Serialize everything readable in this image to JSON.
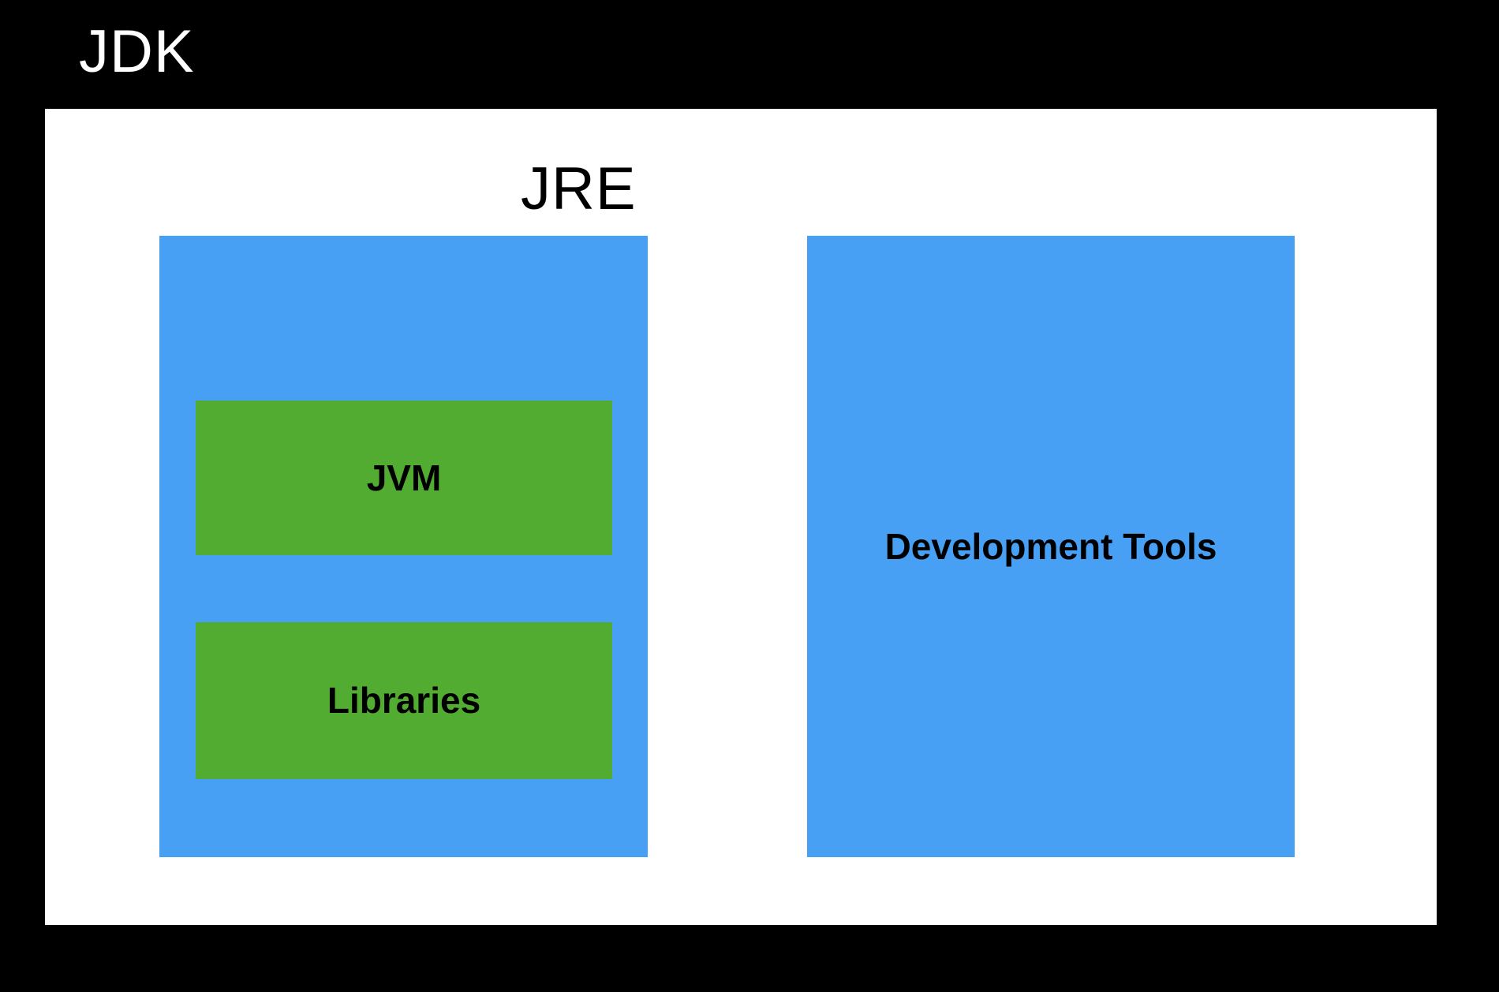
{
  "diagram": {
    "title": "JDK",
    "containers": {
      "jdk": {
        "label": "JDK",
        "children": [
          "jre",
          "development_tools"
        ]
      },
      "jre": {
        "label": "JRE",
        "children": [
          "jvm",
          "libraries"
        ]
      },
      "jvm": {
        "label": "JVM"
      },
      "libraries": {
        "label": "Libraries"
      },
      "development_tools": {
        "label": "Development Tools"
      }
    },
    "colors": {
      "background": "#000000",
      "jdk_container_fill": "#ffffff",
      "jre_box_fill": "#48A0F5",
      "devtools_box_fill": "#48A0F5",
      "inner_box_fill": "#53AC32",
      "title_text": "#ffffff",
      "label_text": "#000000"
    }
  }
}
